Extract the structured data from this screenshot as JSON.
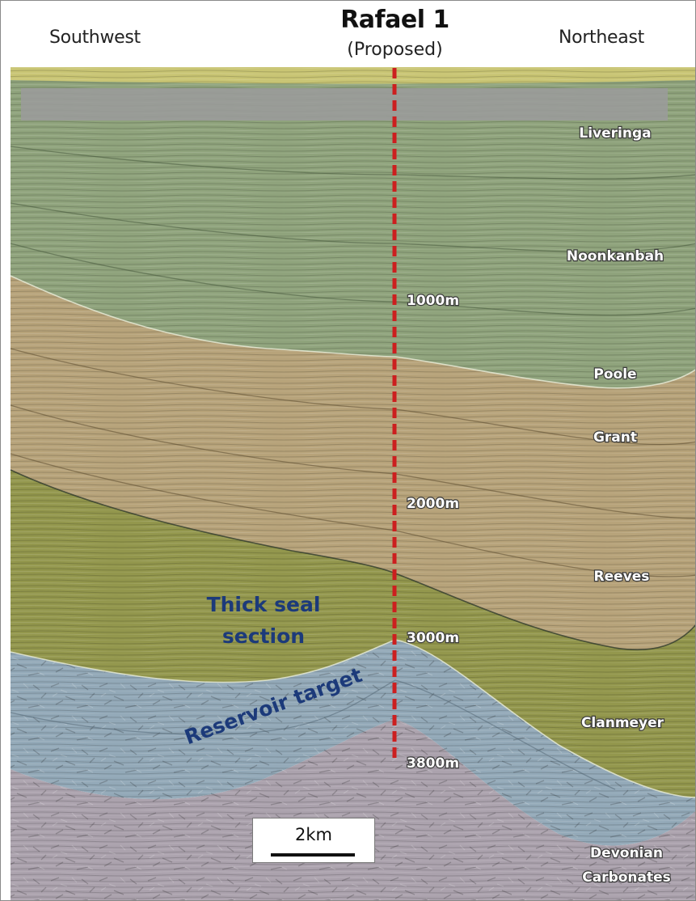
{
  "header": {
    "left_direction": "Southwest",
    "right_direction": "Northeast",
    "well_name": "Rafael 1",
    "well_status": "(Proposed)"
  },
  "formations": [
    "Liveringa",
    "Noonkanbah",
    "Poole",
    "Grant",
    "Reeves",
    "Clanmeyer",
    "Devonian",
    "Carbonates"
  ],
  "depths": [
    "1000m",
    "2000m",
    "3000m",
    "3800m"
  ],
  "annotations": {
    "seal_line1": "Thick seal",
    "seal_line2": "section",
    "reservoir": "Reservoir target"
  },
  "scale_bar": {
    "label": "2km"
  },
  "colors": {
    "top_band": "#c9c574",
    "liveringa_noonkanbah": "#8fa37c",
    "grant_reeves": "#b7a37a",
    "clanmeyer": "#93974d",
    "reservoir": "#93a9b8",
    "devonian": "#aba2ad",
    "grey_overlay": "#9b9b9b",
    "well_path": "#cc1f1f",
    "annotation_text": "#1c3a7a"
  }
}
